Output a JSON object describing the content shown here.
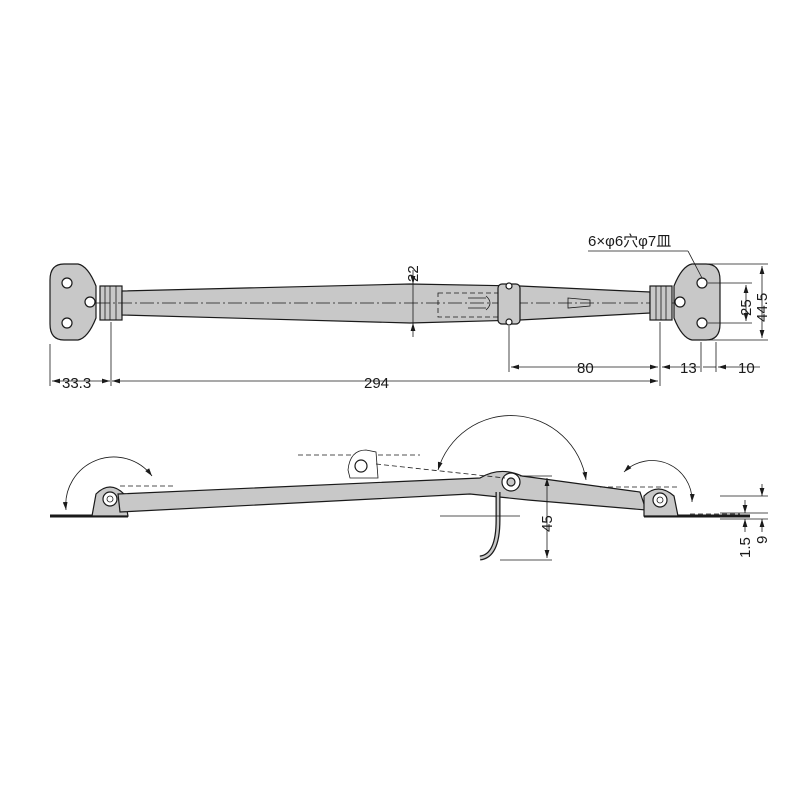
{
  "callouts": {
    "hole_spec": "6×φ6穴φ7皿"
  },
  "top_view_dims": {
    "height_bar": "22",
    "left_offset": "33.3",
    "overall_length": "294",
    "slot_length": "80",
    "plate_offset": "13",
    "plate_edge": "10",
    "hole_pitch": "25",
    "plate_height": "44.5"
  },
  "side_view_dims": {
    "hook_depth": "45",
    "plate_thickness": "1.5",
    "base_height": "9"
  },
  "colors": {
    "part_fill": "#c8c8c8",
    "line": "#1a1a1a",
    "background": "#ffffff"
  }
}
